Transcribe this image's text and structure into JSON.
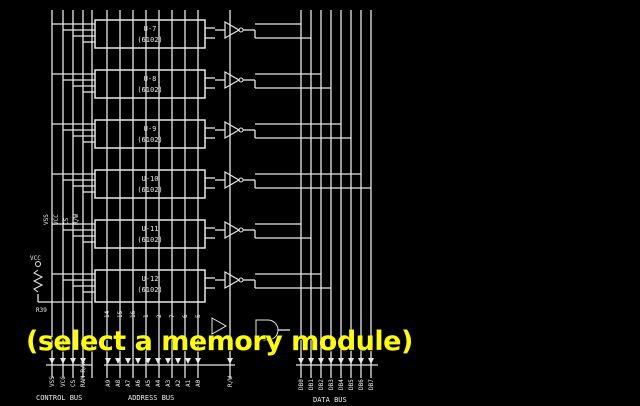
{
  "caption": "(select a memory module)",
  "chips": [
    {
      "name": "U-7",
      "part": "(6102)"
    },
    {
      "name": "U-8",
      "part": "(6102)"
    },
    {
      "name": "U-9",
      "part": "(6102)"
    },
    {
      "name": "U-10",
      "part": "(6102)"
    },
    {
      "name": "U-11",
      "part": "(6102)"
    },
    {
      "name": "U-12",
      "part": "(6102)"
    }
  ],
  "control_bus": {
    "label": "CONTROL   BUS",
    "signals": [
      "VSS",
      "VCC",
      "CS",
      "RAM R/W"
    ]
  },
  "address_bus": {
    "label": "ADDRESS   BUS",
    "signals": [
      "A9",
      "A8",
      "A7",
      "A6",
      "A5",
      "A4",
      "A3",
      "A2",
      "A1",
      "A0"
    ],
    "pins": [
      "14",
      "15",
      "16",
      "1",
      "2",
      "7",
      "6",
      "5",
      "4",
      "3"
    ]
  },
  "rw_signal": "R/W",
  "data_bus": {
    "label": "DATA   BUS",
    "signals": [
      "DB0",
      "DB1",
      "DB2",
      "DB3",
      "DB4",
      "DB5",
      "DB6",
      "DB7"
    ]
  },
  "resistor": {
    "label": "R39",
    "supply": "VCC"
  },
  "side_labels": [
    "VSS",
    "VCC",
    "CS",
    "R/W"
  ]
}
